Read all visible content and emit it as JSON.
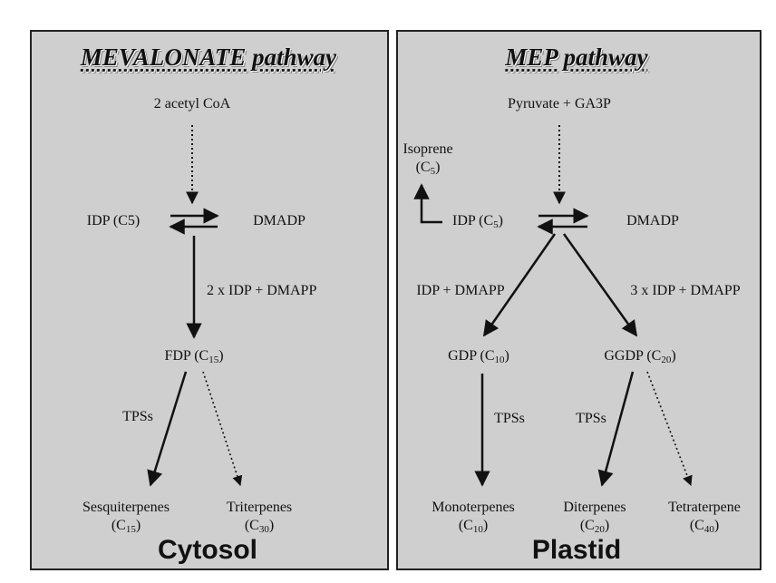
{
  "left_panel": {
    "title": "MEVALONATE pathway",
    "start": "2 acetyl CoA",
    "idp": "IDP (C5)",
    "dmadp": "DMADP",
    "step_label": "2 x IDP + DMAPP",
    "fdp": {
      "base": "FDP (C",
      "sub": "15",
      "end": ")"
    },
    "tps": "TPSs",
    "sesqui": {
      "name": "Sesquiterpenes",
      "base": "(C",
      "sub": "15",
      "end": ")"
    },
    "triter": {
      "name": "Triterpenes",
      "base": "(C",
      "sub": "30",
      "end": ")"
    },
    "footer": "Cytosol"
  },
  "right_panel": {
    "title": "MEP pathway",
    "start": "Pyruvate + GA3P",
    "isoprene": {
      "name": "Isoprene",
      "base": "(C",
      "sub": "5",
      "end": ")"
    },
    "idp": {
      "base": "IDP (C",
      "sub": "5",
      "end": ")"
    },
    "dmadp": "DMADP",
    "step_left": "IDP + DMAPP",
    "step_right": "3 x IDP + DMAPP",
    "gdp": {
      "base": "GDP (C",
      "sub": "10",
      "end": ")"
    },
    "ggdp": {
      "base": "GGDP (C",
      "sub": "20",
      "end": ")"
    },
    "tps_left": "TPSs",
    "tps_right": "TPSs",
    "mono": {
      "name": "Monoterpenes",
      "base": "(C",
      "sub": "10",
      "end": ")"
    },
    "diter": {
      "name": "Diterpenes",
      "base": "(C",
      "sub": "20",
      "end": ")"
    },
    "tetra": {
      "name": "Tetraterpene",
      "base": "(C",
      "sub": "40",
      "end": ")"
    },
    "footer": "Plastid"
  }
}
